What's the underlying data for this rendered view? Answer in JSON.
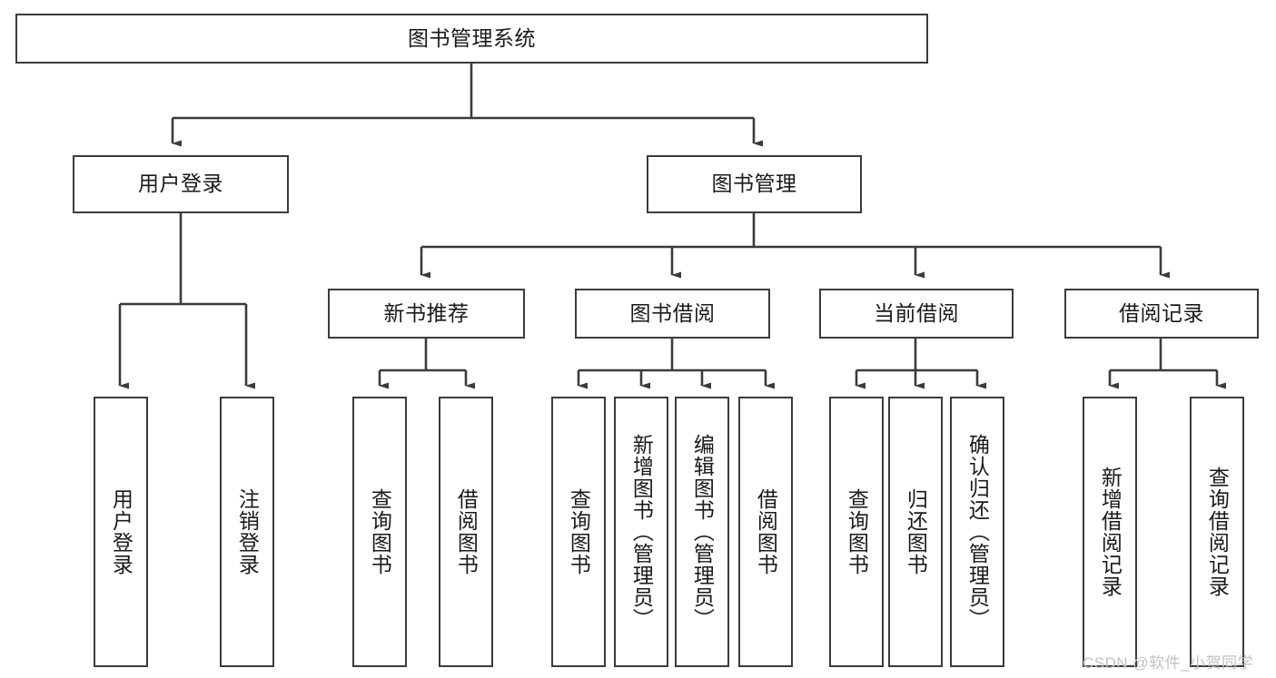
{
  "diagram": {
    "type": "tree-hierarchy",
    "title": "图书管理系统",
    "watermark": "CSDN @软件_小贺同学",
    "colors": {
      "box_border": "#3b3b3b",
      "box_fill": "#ffffff",
      "connector": "#3b3b3b",
      "text": "#1a1a1a",
      "watermark": "#c2c2c2",
      "background": "#ffffff"
    },
    "nodes": {
      "root": {
        "label": "图书管理系统"
      },
      "level2": [
        {
          "id": "user-login",
          "label": "用户登录"
        },
        {
          "id": "book-management",
          "label": "图书管理"
        }
      ],
      "level3": [
        {
          "id": "new-book-recommend",
          "label": "新书推荐"
        },
        {
          "id": "book-borrow",
          "label": "图书借阅"
        },
        {
          "id": "current-borrow",
          "label": "当前借阅"
        },
        {
          "id": "borrow-record",
          "label": "借阅记录"
        }
      ],
      "leaves": {
        "user_login": [
          {
            "id": "leaf-user-login",
            "label": "用户登录"
          },
          {
            "id": "leaf-logout",
            "label": "注销登录"
          }
        ],
        "new_book_recommend": [
          {
            "id": "leaf-query-book-1",
            "label": "查询图书"
          },
          {
            "id": "leaf-borrow-book-1",
            "label": "借阅图书"
          }
        ],
        "book_borrow": [
          {
            "id": "leaf-query-book-2",
            "label": "查询图书"
          },
          {
            "id": "leaf-add-book",
            "label": "新增图书（管理员）"
          },
          {
            "id": "leaf-edit-book",
            "label": "编辑图书（管理员）"
          },
          {
            "id": "leaf-borrow-book-2",
            "label": "借阅图书"
          }
        ],
        "current_borrow": [
          {
            "id": "leaf-query-book-3",
            "label": "查询图书"
          },
          {
            "id": "leaf-return-book",
            "label": "归还图书"
          },
          {
            "id": "leaf-confirm-return",
            "label": "确认归还（管理员）"
          }
        ],
        "borrow_record": [
          {
            "id": "leaf-add-record",
            "label": "新增借阅记录"
          },
          {
            "id": "leaf-query-record",
            "label": "查询借阅记录"
          }
        ]
      }
    }
  }
}
